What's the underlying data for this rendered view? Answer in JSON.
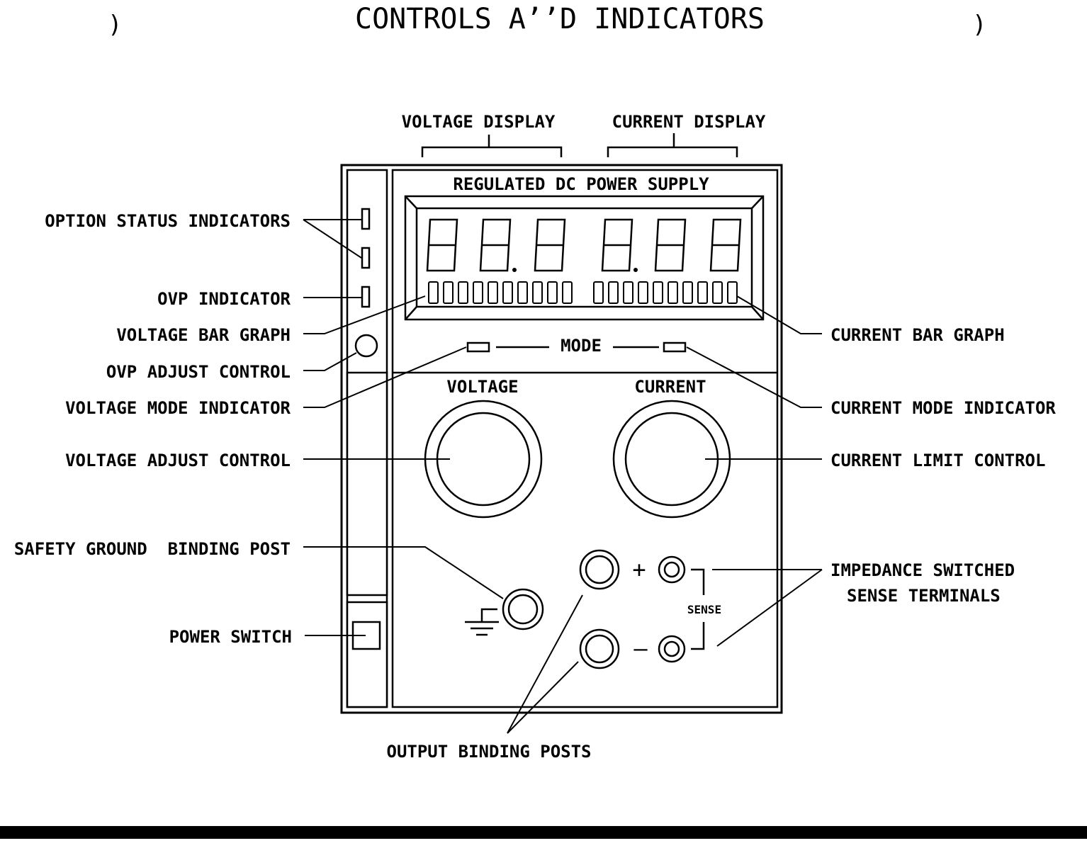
{
  "page": {
    "title": "CONTROLS A’’D INDICATORS",
    "margin_marks": [
      ")",
      ")"
    ]
  },
  "panel": {
    "name": "REGULATED DC POWER SUPPLY",
    "mode_label": "MODE",
    "voltage_knob_label": "VOLTAGE",
    "current_knob_label": "CURRENT",
    "plus_sign": "+",
    "minus_sign": "–",
    "sense_label": "SENSE"
  },
  "callouts": {
    "voltage_display": "VOLTAGE DISPLAY",
    "current_display": "CURRENT DISPLAY",
    "option_status_indicators": "OPTION STATUS INDICATORS",
    "ovp_indicator": "OVP INDICATOR",
    "voltage_bar_graph": "VOLTAGE BAR GRAPH",
    "ovp_adjust_control": "OVP ADJUST CONTROL",
    "voltage_mode_indicator": "VOLTAGE MODE INDICATOR",
    "voltage_adjust_control": "VOLTAGE ADJUST CONTROL",
    "safety_ground_binding_post": "SAFETY GROUND  BINDING POST",
    "power_switch": "POWER SWITCH",
    "current_bar_graph": "CURRENT BAR GRAPH",
    "current_mode_indicator": "CURRENT MODE INDICATOR",
    "current_limit_control": "CURRENT LIMIT CONTROL",
    "impedance_switched_line1": "IMPEDANCE SWITCHED",
    "impedance_switched_line2": "SENSE TERMINALS",
    "output_binding_posts": "OUTPUT BINDING POSTS"
  },
  "colors": {
    "ink": "#000000",
    "paper": "#ffffff"
  }
}
